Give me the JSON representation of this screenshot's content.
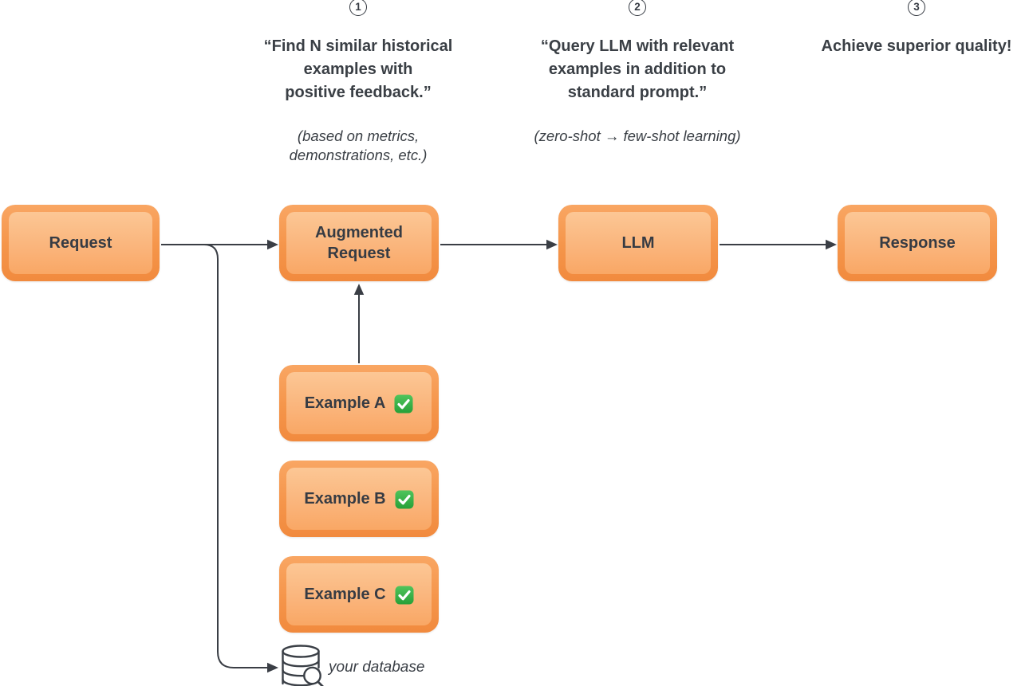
{
  "colors": {
    "accent_orange": "#F3903F",
    "node_border_top": "#F9A663",
    "node_border_bottom": "#F18A3E",
    "node_fill_top": "#FCC795",
    "node_fill_bottom": "#F9A765",
    "text_dark": "#363B43",
    "arrow": "#3A3E45",
    "check_green": "#2EAE43"
  },
  "steps": [
    {
      "number": "1",
      "quote_lines": [
        "“Find N similar historical",
        "examples with",
        "positive feedback.”"
      ],
      "note_lines": [
        "(based on metrics,",
        "demonstrations, etc.)"
      ]
    },
    {
      "number": "2",
      "quote_lines": [
        "“Query LLM with relevant",
        "examples in addition to",
        "standard prompt.”"
      ],
      "note_lines": [
        "(zero-shot → few-shot learning)"
      ]
    },
    {
      "number": "3",
      "quote_lines": [
        "Achieve superior quality!"
      ],
      "note_lines": []
    }
  ],
  "nodes": {
    "request": {
      "label": "Request"
    },
    "augmented_request": {
      "label_lines": [
        "Augmented",
        "Request"
      ]
    },
    "llm": {
      "label": "LLM"
    },
    "response": {
      "label": "Response"
    },
    "examples": [
      {
        "label": "Example A",
        "status_icon": "check-mark-button"
      },
      {
        "label": "Example B",
        "status_icon": "check-mark-button"
      },
      {
        "label": "Example C",
        "status_icon": "check-mark-button"
      }
    ],
    "database_caption": "your database"
  }
}
